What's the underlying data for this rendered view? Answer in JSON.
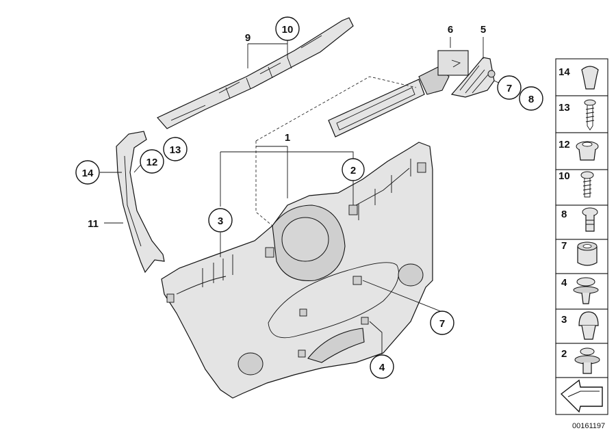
{
  "diagram": {
    "callouts": [
      "1",
      "2",
      "3",
      "4",
      "5",
      "6",
      "7",
      "7",
      "8",
      "9",
      "10",
      "11",
      "12",
      "13",
      "14"
    ],
    "legend": [
      "14",
      "13",
      "12",
      "10",
      "8",
      "7",
      "4",
      "3",
      "2"
    ],
    "reference": "00161197"
  }
}
